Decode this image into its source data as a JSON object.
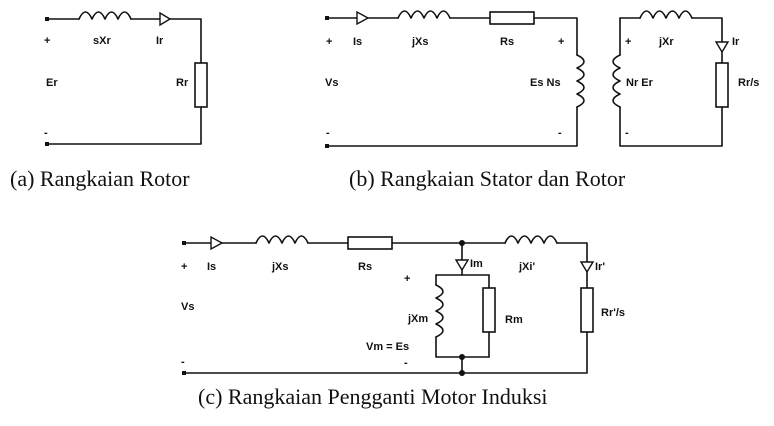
{
  "diagram": {
    "captions": {
      "a": "(a) Rangkaian Rotor",
      "b": "(b) Rangkaian Stator dan Rotor",
      "c": "(c) Rangkaian Pengganti Motor Induksi"
    },
    "rotor": {
      "plus": "+",
      "minus": "-",
      "voltage": "Er",
      "reactance": "sXr",
      "current": "Ir",
      "resistance": "Rr"
    },
    "stator_rotor": {
      "plus_left": "+",
      "minus_left": "-",
      "source": "Vs",
      "stator_current": "Is",
      "stator_reactance": "jXs",
      "stator_resistance": "Rs",
      "plus_es": "+",
      "minus_es": "-",
      "stator_emf": "Es Ns",
      "plus_er": "+",
      "minus_er": "-",
      "rotor_emf": "Nr Er",
      "rotor_reactance": "jXr",
      "rotor_current": "Ir",
      "rotor_resistance": "Rr/s"
    },
    "equivalent": {
      "plus_left": "+",
      "minus_left": "-",
      "source": "Vs",
      "stator_current": "Is",
      "stator_reactance": "jXs",
      "stator_resistance": "Rs",
      "mag_current": "Im",
      "plus_m": "+",
      "minus_m": "-",
      "mag_reactance": "jXm",
      "core_resistance": "Rm",
      "mag_voltage": "Vm = Es",
      "rotor_reactance": "jXi'",
      "rotor_current": "Ir'",
      "rotor_resistance": "Rr'/s"
    }
  }
}
